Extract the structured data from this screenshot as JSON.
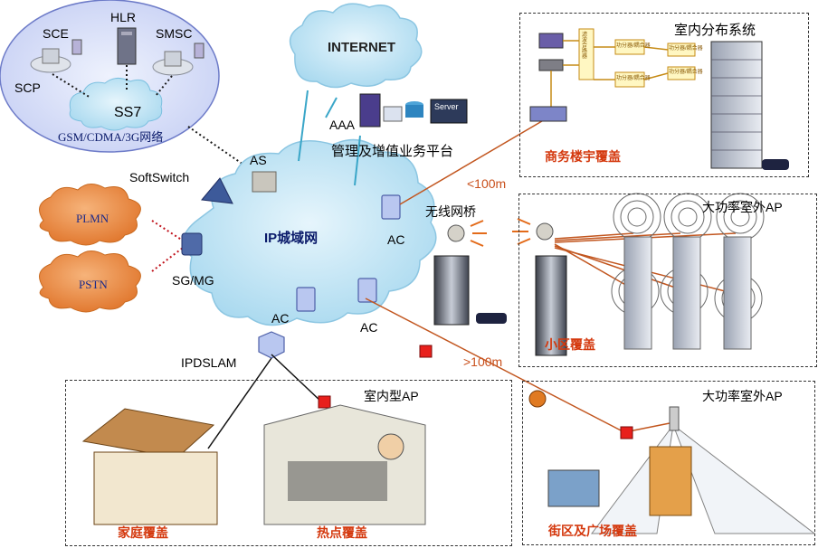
{
  "top_left": {
    "sce": "SCE",
    "hlr": "HLR",
    "smsc": "SMSC",
    "scp": "SCP",
    "ss7": "SS7",
    "gsm": "GSM/CDMA/3G网络"
  },
  "internet": "INTERNET",
  "aaa": "AAA",
  "server_label": "Server",
  "platform": "管理及增值业务平台",
  "as_label": "AS",
  "softswitch": "SoftSwitch",
  "plmn": "PLMN",
  "pstn": "PSTN",
  "sgmg": "SG/MG",
  "ip_metro": "IP城域网",
  "ac": "AC",
  "ipdslam": "IPDSLAM",
  "wireless_bridge": "无线网桥",
  "dist_lt100": "<100m",
  "dist_gt100": ">100m",
  "indoor_system": {
    "title": "室内分布系统",
    "caption": "商务楼宇覆盖",
    "combiner": "滤波合路器",
    "splitter": "功分器/耦合器"
  },
  "outdoor_ap_1": {
    "title": "大功率室外AP",
    "caption": "小区覆盖"
  },
  "indoor_ap": {
    "title": "室内型AP",
    "home": "家庭覆盖",
    "hotspot": "热点覆盖"
  },
  "outdoor_ap_2": {
    "title": "大功率室外AP",
    "caption": "街区及广场覆盖"
  },
  "colors": {
    "cloud": "#bfe3f3",
    "cloud_edge": "#8cc6e2",
    "cloud_orange": "#e8873a",
    "link_orange": "#d2691e",
    "ap_red": "#e8201c"
  }
}
